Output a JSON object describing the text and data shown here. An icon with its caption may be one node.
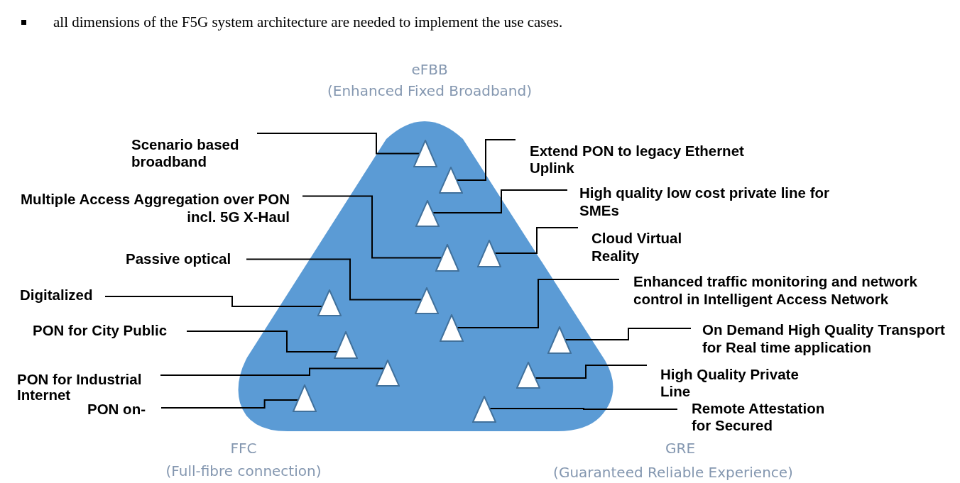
{
  "diagram": {
    "nodes": [
      {
        "text": [],
        "shape": "triangle"
      },
      {
        "text": [],
        "shape": "triangle",
        "in": 0
      },
      {
        "text": [],
        "shape": "triangle",
        "in": 0
      },
      {
        "text": [],
        "shape": "triangle",
        "in": 0
      },
      {
        "text": [],
        "shape": "triangle",
        "in": 0
      },
      {
        "text": [],
        "shape": "triangle",
        "in": 0
      },
      {
        "text": [],
        "shape": "triangle",
        "in": 0
      },
      {
        "text": [],
        "shape": "triangle",
        "in": 0
      },
      {
        "text": [],
        "shape": "triangle",
        "in": 0
      },
      {
        "text": [],
        "shape": "triangle",
        "in": 0
      },
      {
        "text": [],
        "shape": "triangle",
        "in": 0
      },
      {
        "text": [],
        "shape": "triangle",
        "in": 0
      },
      {
        "text": [],
        "shape": "triangle",
        "in": 0
      },
      {
        "text": [],
        "shape": "triangle",
        "in": 0
      },
      {
        "text": [],
        "shape": "triangle",
        "in": 0
      },
      {
        "text": [
          "Scenario based broadband"
        ]
      },
      {
        "text": [
          "Extend PON to legacy Ethernet Uplink"
        ]
      },
      {
        "text": [
          "High quality low cost private line for SMEs"
        ]
      },
      {
        "text": [
          "Multiple Access Aggregation over PON incl. 5G X-Haul"
        ]
      },
      {
        "text": [
          "Cloud Virtual Reality"
        ]
      },
      {
        "text": [
          "Passive optical"
        ]
      },
      {
        "text": [
          "Enhanced traffic monitoring and network control in Intelligent Access Network"
        ]
      },
      {
        "text": [
          "Digitalized"
        ]
      },
      {
        "text": [
          "On Demand High Quality Transport for Real time application"
        ]
      },
      {
        "text": [
          "PON for City Public"
        ]
      },
      {
        "text": [
          "High Quality Private Line"
        ]
      },
      {
        "text": [
          "PON for Industrial Internet"
        ]
      },
      {
        "text": [
          "PON on-"
        ]
      },
      {
        "text": [
          "Remote Attestation for Secured"
        ]
      }
    ],
    "edges": [
      {
        "from": 15,
        "to": 1,
        "arrow": "none"
      },
      {
        "from": 16,
        "to": 2,
        "arrow": "none"
      },
      {
        "from": 17,
        "to": 3,
        "arrow": "none"
      },
      {
        "from": 18,
        "to": 5,
        "arrow": "none"
      },
      {
        "from": 19,
        "to": 4,
        "arrow": "none"
      },
      {
        "from": 20,
        "to": 6,
        "arrow": "none"
      },
      {
        "from": 21,
        "to": 8,
        "arrow": "none"
      },
      {
        "from": 22,
        "to": 7,
        "arrow": "none"
      },
      {
        "from": 23,
        "to": 9,
        "arrow": "none"
      },
      {
        "from": 24,
        "to": 10,
        "arrow": "none"
      },
      {
        "from": 25,
        "to": 12,
        "arrow": "none"
      },
      {
        "from": 26,
        "to": 11,
        "arrow": "none"
      },
      {
        "from": 27,
        "to": 13,
        "arrow": "none"
      },
      {
        "from": 28,
        "to": 14,
        "arrow": "none"
      }
    ],
    "labels": [
      "all dimensions of the F5G system architecture are needed to implement the use cases.",
      "eFBB",
      "(Enhanced Fixed Broadband)",
      "FFC",
      "(Full-fibre connection)",
      "GRE",
      "(Guaranteed Reliable Experience)"
    ]
  }
}
